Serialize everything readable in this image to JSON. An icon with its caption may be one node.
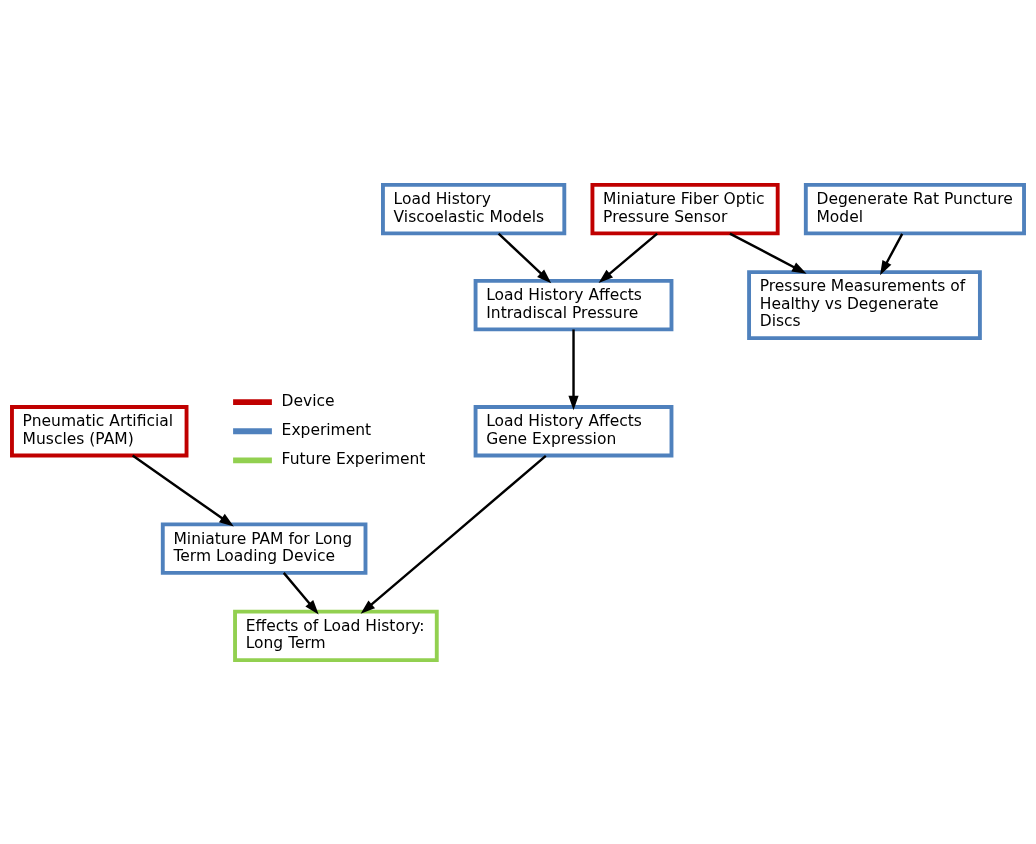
{
  "diagram": {
    "nodes": [
      {
        "text": [
          "Load History Viscoelastic Models"
        ]
      },
      {
        "text": [
          "Miniature Fiber Optic Pressure Sensor"
        ]
      },
      {
        "text": [
          "Degenerate Rat Puncture Model"
        ]
      },
      {
        "text": [
          "Load History Affects Intradiscal Pressure"
        ]
      },
      {
        "text": [
          "Pressure Measurements of Healthy vs Degenerate Discs"
        ]
      },
      {
        "text": [
          "Load History Affects Gene Expression"
        ]
      },
      {
        "text": [
          "Pneumatic Artificial Muscles (PAM)"
        ]
      },
      {
        "text": [
          "Miniature PAM for Long Term Loading Device"
        ]
      },
      {
        "text": [
          "Effects of Load History: Long Term"
        ]
      }
    ],
    "edges": [
      {
        "from": 0,
        "to": 3,
        "arrow": "to"
      },
      {
        "from": 1,
        "to": 3,
        "arrow": "to"
      },
      {
        "from": 1,
        "to": 4,
        "arrow": "to"
      },
      {
        "from": 2,
        "to": 4,
        "arrow": "to"
      },
      {
        "from": 3,
        "to": 5,
        "arrow": "to"
      },
      {
        "from": 5,
        "to": 8,
        "arrow": "to"
      },
      {
        "from": 6,
        "to": 7,
        "arrow": "to"
      },
      {
        "from": 7,
        "to": 8,
        "arrow": "to"
      }
    ],
    "legend": [
      {
        "text": "Device",
        "color": "#c00000"
      },
      {
        "text": "Experiment",
        "color": "#4f81bd"
      },
      {
        "text": "Future Experiment",
        "color": "#92d050"
      }
    ]
  }
}
